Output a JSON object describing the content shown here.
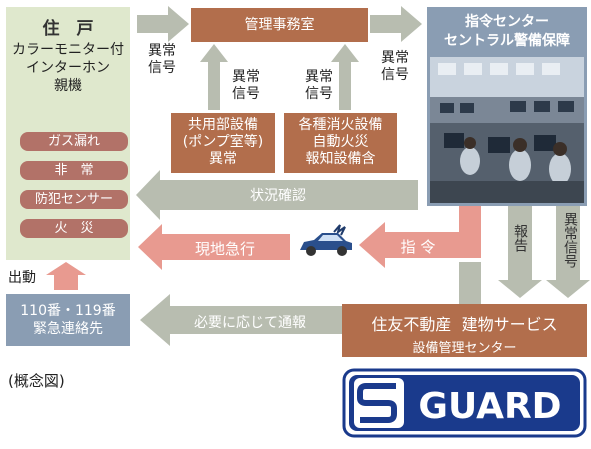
{
  "residence": {
    "title": "住　戸",
    "device_line1": "カラーモニター付",
    "device_line2": "インターホン",
    "device_line3": "親機",
    "alarms": [
      "ガス漏れ",
      "非　常",
      "防犯センサー",
      "火　災"
    ]
  },
  "management_office": {
    "title": "管理事務室"
  },
  "command_center": {
    "title_line1": "指令センター",
    "title_line2": "セントラル警備保障"
  },
  "signals": {
    "anomaly_line1": "異常",
    "anomaly_line2": "信号"
  },
  "sources": {
    "common_line1": "共用部設備",
    "common_line2": "(ポンプ室等)",
    "common_line3": "異常",
    "fire_line1": "各種消火設備",
    "fire_line2": "自動火災",
    "fire_line3": "報知設備含"
  },
  "arrows": {
    "status_check": "状況確認",
    "rush": "現地急行",
    "command": "指 令",
    "notify_if_needed": "必要に応じて通報",
    "report": "報告",
    "anomaly_signal_vertical": "異常信号",
    "dispatch": "出動"
  },
  "emergency": {
    "line1": "110番・119番",
    "line2": "緊急連絡先"
  },
  "facility_center": {
    "line1": "住友不動産  建物サービス",
    "line2": "設備管理センター"
  },
  "caption": "(概念図)",
  "logo_text": "SGUARD",
  "colors": {
    "green_box": "#dfe8cd",
    "brown_box": "#b26e4c",
    "blue_box": "#8a9db3",
    "arrow_gray": "#b8bdb0",
    "arrow_pink": "#e89a90",
    "alarm_pill": "#b27268",
    "logo_blue": "#1a3a8c"
  }
}
